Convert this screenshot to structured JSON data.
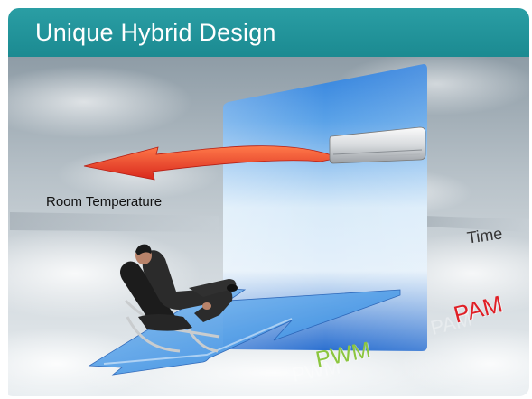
{
  "header": {
    "title": "Unique Hybrid Design"
  },
  "labels": {
    "room_temperature": "Room Temperature",
    "time": "Time",
    "pam": "PAM",
    "pwm": "PWM"
  },
  "colors": {
    "header": "#1f9399",
    "heat_arrow": "#e8432a",
    "cool_arrow": "#3a8fd9",
    "pam": "#e01f26",
    "pwm": "#8cc63f"
  },
  "icons": {
    "unit": "air-conditioner-icon",
    "person": "person-in-lounge-chair-icon"
  }
}
